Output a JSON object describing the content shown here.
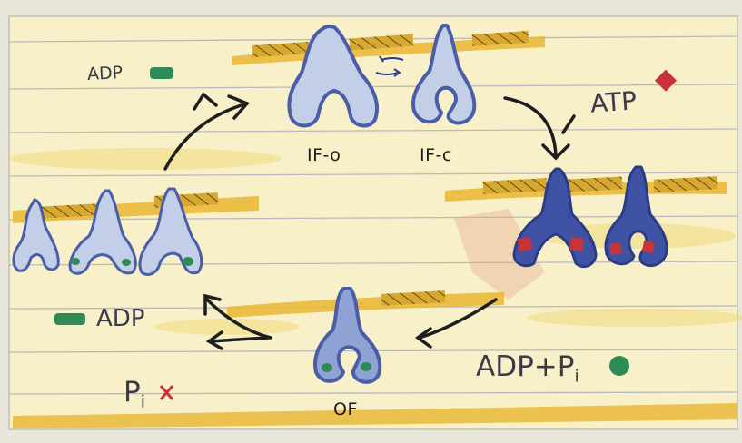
{
  "labels": {
    "if_open": "IF-o",
    "if_closed": "IF-c",
    "outward_facing": "OF"
  },
  "annotations": {
    "adp_top": "ADP",
    "atp": "ATP",
    "adp_left": "ADP",
    "adp_pi_main": "ADP+P",
    "adp_pi_sub": "i",
    "pi_main": "P",
    "pi_sub": "i"
  },
  "colors": {
    "paper": "#f7f0c9",
    "membrane": "#e9b93a",
    "protein": "#4a5ea8",
    "protein_fill": "#c3cfe8",
    "atp": "#c8333a",
    "adp": "#2e8a57",
    "arrow": "#1e1e1e",
    "lines": "#b9b9bd"
  }
}
